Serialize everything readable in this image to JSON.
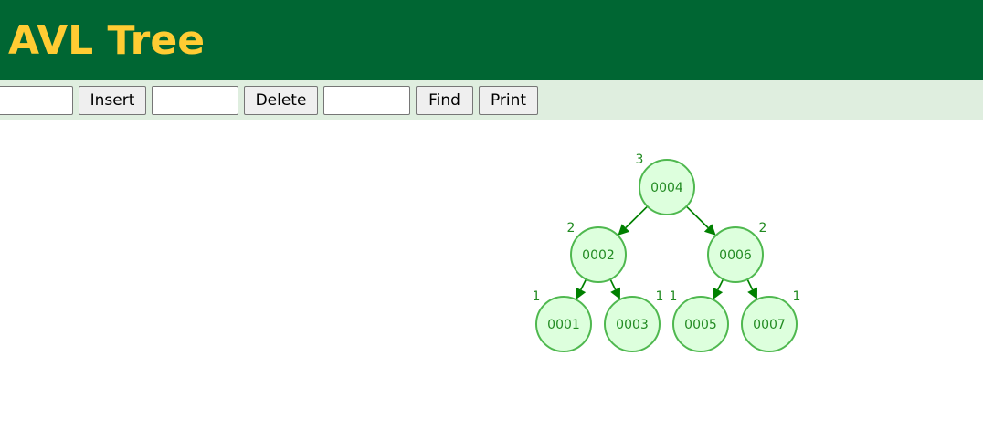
{
  "header": {
    "title": "AVL Tree",
    "background_color": "#006633",
    "title_color": "#ffcc33"
  },
  "toolbar": {
    "background_color": "#dfeedf",
    "insert_input_value": "",
    "insert_label": "Insert",
    "delete_input_value": "",
    "delete_label": "Delete",
    "find_input_value": "",
    "find_label": "Find",
    "print_label": "Print"
  },
  "tree": {
    "node_fill": "#ddffdd",
    "node_stroke": "#4fb84f",
    "text_color": "#228b22",
    "edge_color": "#008000",
    "nodes": [
      {
        "key": "n4",
        "label": "0004",
        "height": "3"
      },
      {
        "key": "n2",
        "label": "0002",
        "height": "2"
      },
      {
        "key": "n6",
        "label": "0006",
        "height": "2"
      },
      {
        "key": "n1",
        "label": "0001",
        "height": "1"
      },
      {
        "key": "n3",
        "label": "0003",
        "height": "1"
      },
      {
        "key": "n5",
        "label": "0005",
        "height": "1"
      },
      {
        "key": "n7",
        "label": "0007",
        "height": "1"
      }
    ],
    "edges": [
      {
        "from": "n4",
        "to": "n2"
      },
      {
        "from": "n4",
        "to": "n6"
      },
      {
        "from": "n2",
        "to": "n1"
      },
      {
        "from": "n2",
        "to": "n3"
      },
      {
        "from": "n6",
        "to": "n5"
      },
      {
        "from": "n6",
        "to": "n7"
      }
    ]
  }
}
